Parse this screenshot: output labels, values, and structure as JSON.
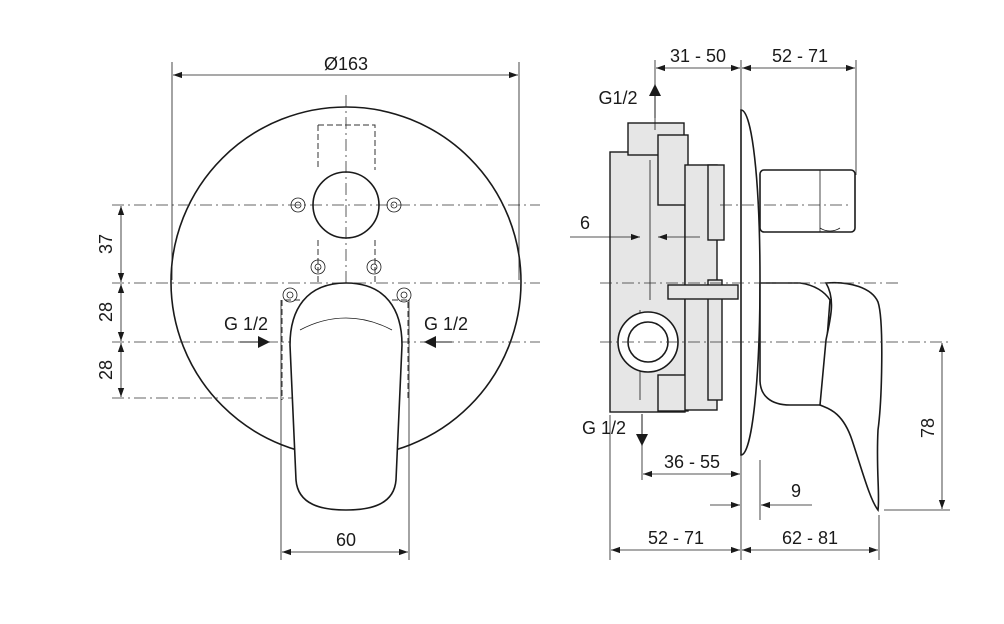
{
  "front_view": {
    "diameter": "Ø163",
    "width": "60",
    "dim_37": "37",
    "dim_28_a": "28",
    "dim_28_b": "28",
    "inlet_left": "G 1/2",
    "inlet_right": "G 1/2"
  },
  "side_view": {
    "outlet_top": "G1/2",
    "outlet_bottom": "G 1/2",
    "top_left_range": "31 - 50",
    "top_right_range": "52 - 71",
    "dim_6": "6",
    "mid_range": "36 - 55",
    "dim_9": "9",
    "bottom_left_range": "52 - 71",
    "bottom_right_range": "62 - 81",
    "height": "78"
  },
  "colors": {
    "line": "#1a1a1a",
    "body_fill": "#e6e6e6"
  }
}
